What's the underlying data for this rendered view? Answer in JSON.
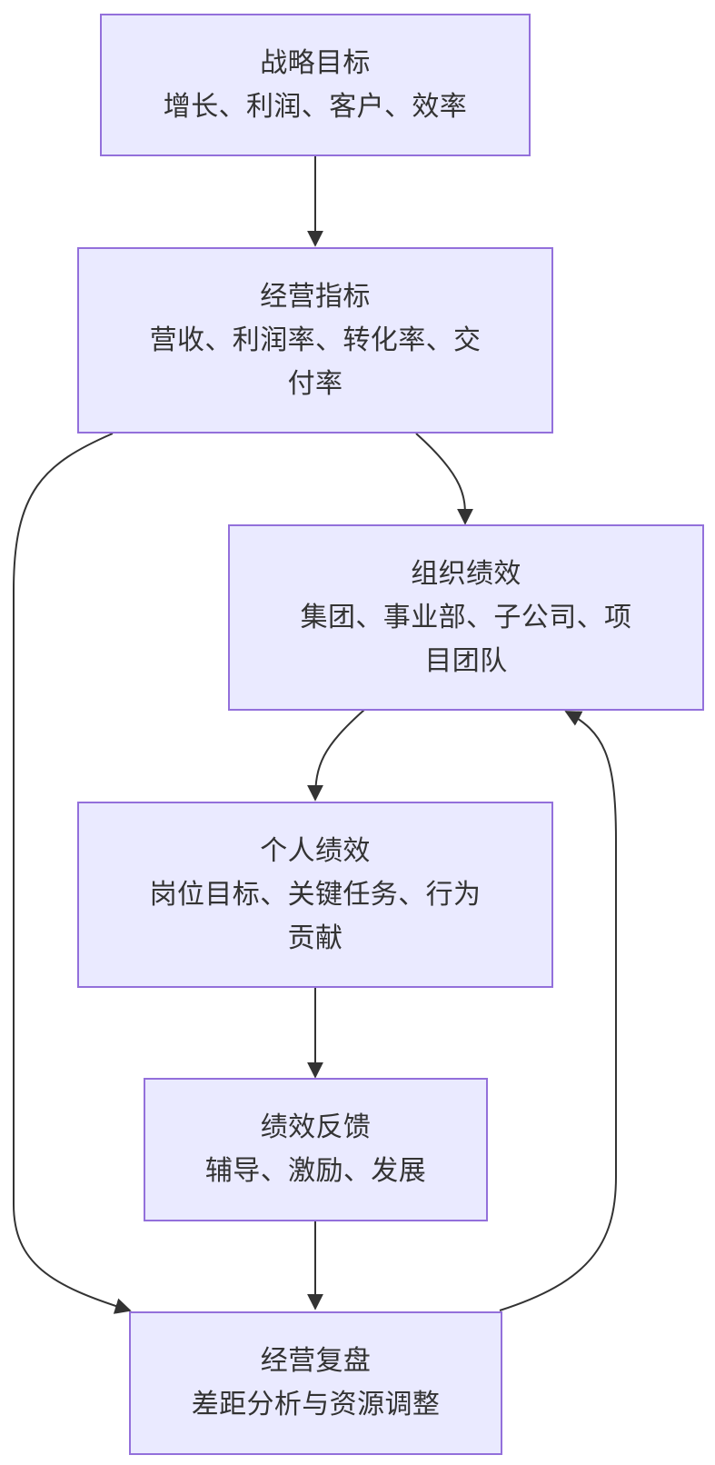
{
  "diagram": {
    "nodes": [
      {
        "id": "strategy",
        "title": "战略目标",
        "desc": "增长、利润、客户、效率"
      },
      {
        "id": "operating_metrics",
        "title": "经营指标",
        "desc": "营收、利润率、转化率、交付率"
      },
      {
        "id": "org_performance",
        "title": "组织绩效",
        "desc": "集团、事业部、子公司、项目团队"
      },
      {
        "id": "personal_performance",
        "title": "个人绩效",
        "desc": "岗位目标、关键任务、行为贡献"
      },
      {
        "id": "feedback",
        "title": "绩效反馈",
        "desc": "辅导、激励、发展"
      },
      {
        "id": "review",
        "title": "经营复盘",
        "desc": "差距分析与资源调整"
      }
    ],
    "edges": [
      {
        "from": "strategy",
        "to": "operating_metrics"
      },
      {
        "from": "operating_metrics",
        "to": "org_performance"
      },
      {
        "from": "operating_metrics",
        "to": "review"
      },
      {
        "from": "org_performance",
        "to": "personal_performance"
      },
      {
        "from": "personal_performance",
        "to": "feedback"
      },
      {
        "from": "feedback",
        "to": "review"
      },
      {
        "from": "review",
        "to": "org_performance"
      }
    ],
    "colors": {
      "node_fill": "#eaeaff",
      "node_border": "#9370db",
      "edge": "#333333",
      "text": "#333333"
    }
  }
}
